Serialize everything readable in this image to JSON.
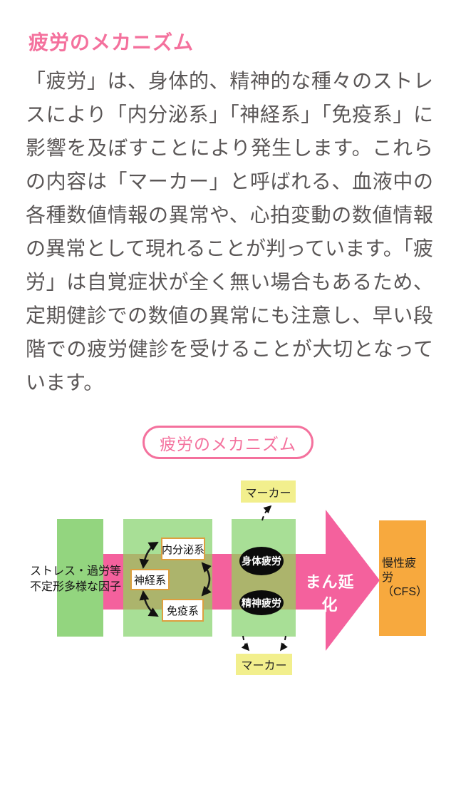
{
  "page": {
    "heading": "疲労のメカニズム",
    "paragraph": "「疲労」は、身体的、精神的な種々のストレスにより「内分泌系」「神経系」「免疫系」に影響を及ぼすことにより発生します。これらの内容は「マーカー」と呼ばれる、血液中の各種数値情報の異常や、心拍変動の数値情報の異常として現れることが判っています。「疲労」は自覚症状が全く無い場合もあるため、定期健診での数値の異常にも注意し、早い段階での疲労健診を受けることが大切となっています。"
  },
  "diagram": {
    "title": "疲労のメカニズム",
    "marker_top": "マーカー",
    "marker_bottom": "マーカー",
    "stress_lines": [
      "ストレス・過労等",
      "不定形多様な因子"
    ],
    "endocrine": "内分泌系",
    "nervous": "神経系",
    "immune": "免疫系",
    "physical_fatigue": "身体疲労",
    "mental_fatigue": "精神疲労",
    "spread": "まん延化",
    "chronic_lines": [
      "慢性疲労",
      "（CFS）"
    ]
  },
  "colors": {
    "pink": "#f4619d",
    "accent_pink": "#f4719d",
    "green_dark": "#93d57f",
    "green_light": "#a8df96",
    "olive": "#acb46c",
    "orange": "#f7a93e",
    "yellow": "#f2ef8d",
    "box_border": "#dd9f3f"
  }
}
